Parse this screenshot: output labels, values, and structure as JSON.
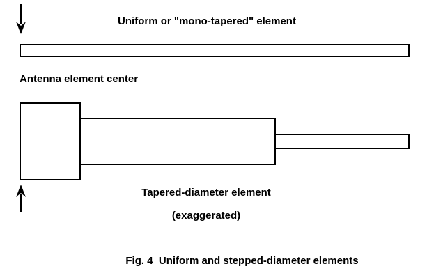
{
  "diagram": {
    "uniform_element_label": "Uniform or \"mono-tapered\" element",
    "antenna_center_label": "Antenna element center",
    "tapered_element_label": "Tapered-diameter element",
    "tapered_element_sublabel": "(exaggerated)",
    "caption": "Fig. 4  Uniform and stepped-diameter elements"
  }
}
